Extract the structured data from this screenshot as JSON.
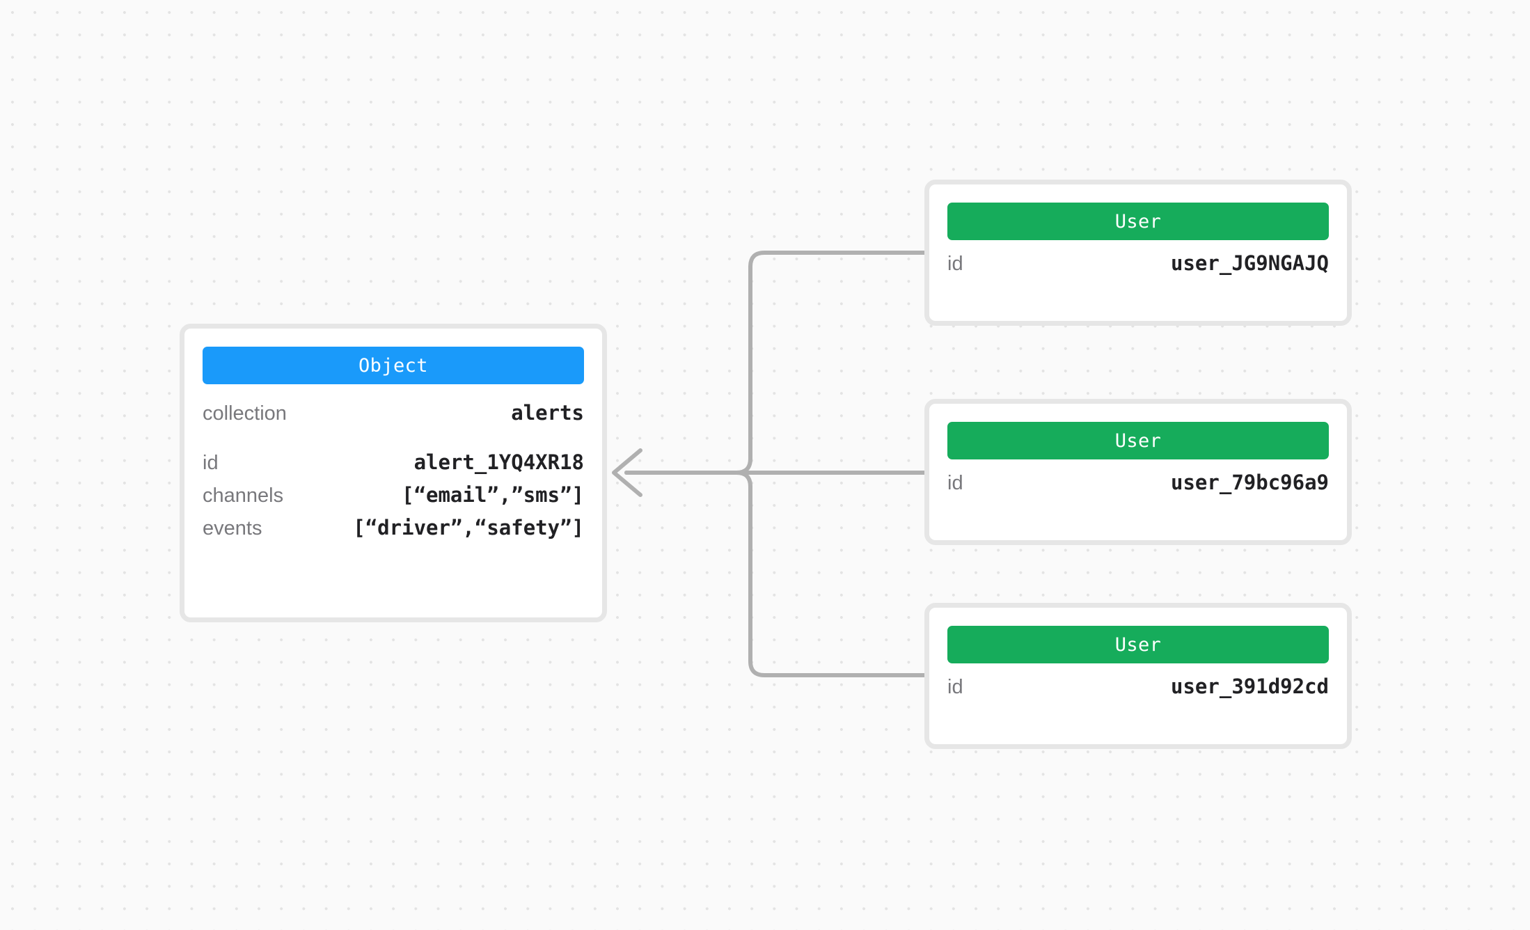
{
  "canvas": {
    "background_color": "#fafafa",
    "grid_dot_color": "#e3e3e3",
    "edge_color": "#b0b0b0"
  },
  "object_node": {
    "header_label": "Object",
    "header_color": "#1a9afa",
    "primary_field": {
      "key": "collection",
      "value": "alerts"
    },
    "fields": [
      {
        "key": "id",
        "value": "alert_1YQ4XR18"
      },
      {
        "key": "channels",
        "value": "[“email”,”sms”]"
      },
      {
        "key": "events",
        "value": "[“driver”,“safety”]"
      }
    ]
  },
  "user_nodes": [
    {
      "header_label": "User",
      "header_color": "#16ac5b",
      "fields": [
        {
          "key": "id",
          "value": "user_JG9NGAJQ"
        }
      ]
    },
    {
      "header_label": "User",
      "header_color": "#16ac5b",
      "fields": [
        {
          "key": "id",
          "value": "user_79bc96a9"
        }
      ]
    },
    {
      "header_label": "User",
      "header_color": "#16ac5b",
      "fields": [
        {
          "key": "id",
          "value": "user_391d92cd"
        }
      ]
    }
  ],
  "edges": [
    {
      "from": "user_nodes.0",
      "to": "object_node",
      "arrow": "left"
    },
    {
      "from": "user_nodes.1",
      "to": "object_node",
      "arrow": "left"
    },
    {
      "from": "user_nodes.2",
      "to": "object_node",
      "arrow": "left"
    }
  ]
}
